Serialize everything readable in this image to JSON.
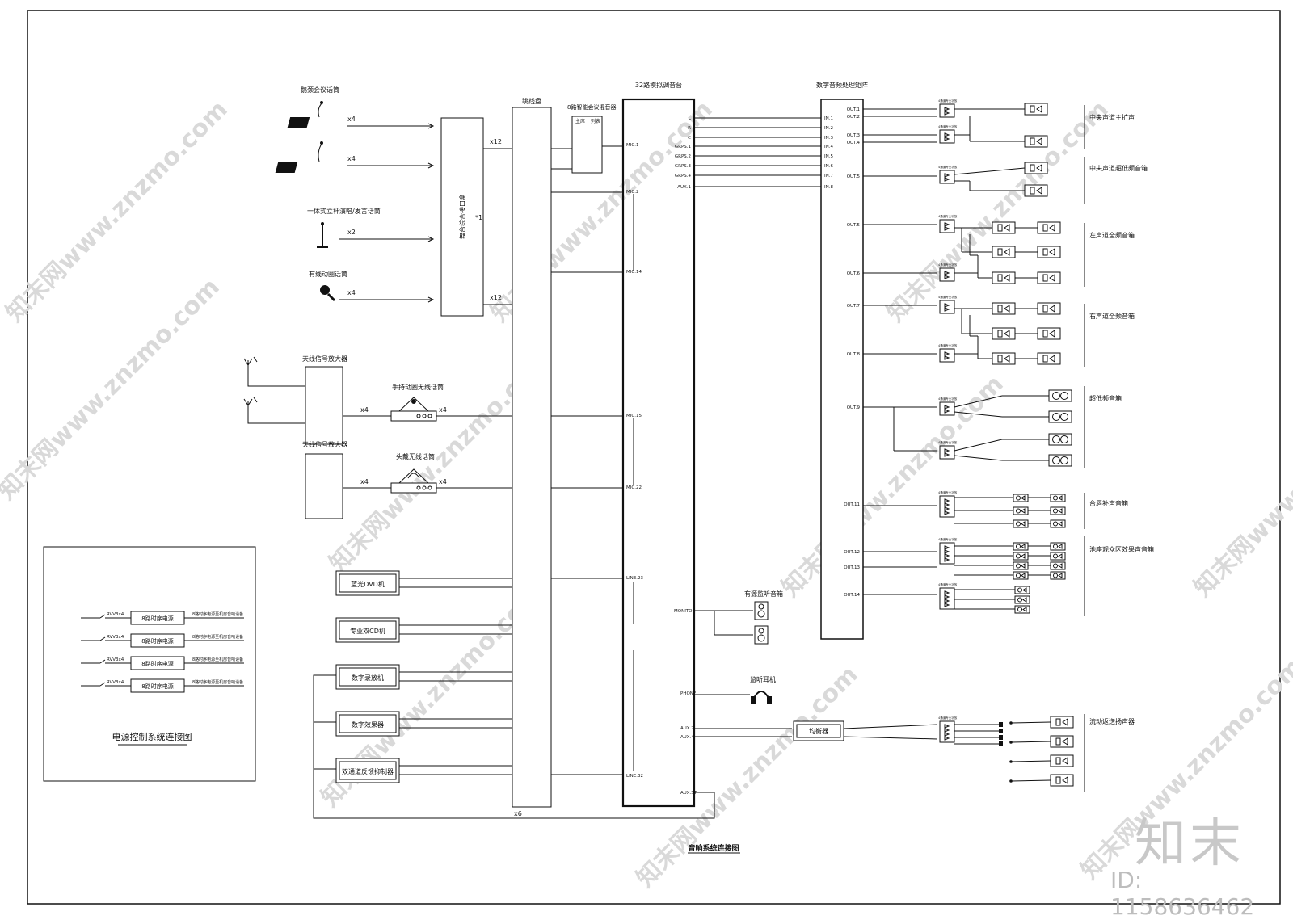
{
  "diagram": {
    "title": "音响系统连接图",
    "power_title": "电源控制系统连接图",
    "mixer_label": "32路模拟调音台",
    "matrix_label": "数字音频处理矩阵",
    "patch_label": "跳线盘",
    "stage_box_label": "舞台综合接口盒",
    "stage_box_sub": "*1",
    "conf_host_label": "8路智能会议混音器",
    "conf_host_sub1": "主席",
    "conf_host_sub2": "列表",
    "equalizer_label": "均衡器",
    "mon_speaker_label": "有源监听音箱",
    "headphone_label": "监听耳机",
    "sources": [
      {
        "label": "鹅颈会议话筒",
        "count": "x4"
      },
      {
        "label": "",
        "count": "x4"
      },
      {
        "label": "一体式立杆演唱/发言话筒",
        "count": "x2"
      },
      {
        "label": "有线动圈话筒",
        "count": "x4"
      }
    ],
    "stagebox_out": [
      "x12",
      "x12"
    ],
    "wireless": [
      {
        "amp": "天线信号放大器",
        "device": "手持动圈无线话筒",
        "in": "x4",
        "out": "x4"
      },
      {
        "amp": "天线信号放大器",
        "device": "头戴无线话筒",
        "in": "x4",
        "out": "x4"
      }
    ],
    "players": [
      "蓝光DVD机",
      "专业双CD机",
      "数字录放机",
      "数字效果器",
      "双通道反馈抑制器"
    ],
    "loop_count": "x6",
    "mixer_ports": [
      "MIC.1",
      "MIC.2",
      "MIC.14",
      "MIC.15",
      "MIC.22",
      "LINE.23",
      "LINE.32",
      "MONITOR",
      "PHONE",
      "AUX.2",
      "AUX.4",
      "AUX.ST"
    ],
    "mixer_outs": [
      "L",
      "R",
      "C",
      "GRPS.1",
      "GRPS.2",
      "GRPS.3",
      "GRPS.4",
      "AUX.1"
    ],
    "matrix_ins": [
      "IN.1",
      "IN.2",
      "IN.3",
      "IN.4",
      "IN.5",
      "IN.6",
      "IN.7",
      "IN.8"
    ],
    "matrix_outs": [
      "OUT.1",
      "OUT.2",
      "OUT.3",
      "OUT.4",
      "OUT.5",
      "OUT.5",
      "OUT.6",
      "OUT.7",
      "OUT.8",
      "OUT.9",
      "OUT.11",
      "OUT.12",
      "OUT.13",
      "OUT.14"
    ],
    "amp_label": "4通道专业功放",
    "zones": [
      "中央声道主扩声",
      "中央声道超低频音箱",
      "左声道全频音箱",
      "右声道全频音箱",
      "超低频音箱",
      "台唇补声音箱",
      "池座观众区效果声音箱",
      "流动返送扬声器"
    ],
    "power": {
      "cable": "RVV3x4",
      "unit": "8路时序电源",
      "note": "8路时序电源至机房音响设备",
      "rows": 4
    }
  },
  "watermark": {
    "text": "知末网www.znzmo.com",
    "logo": "知末",
    "id": "ID: 1158636462"
  }
}
